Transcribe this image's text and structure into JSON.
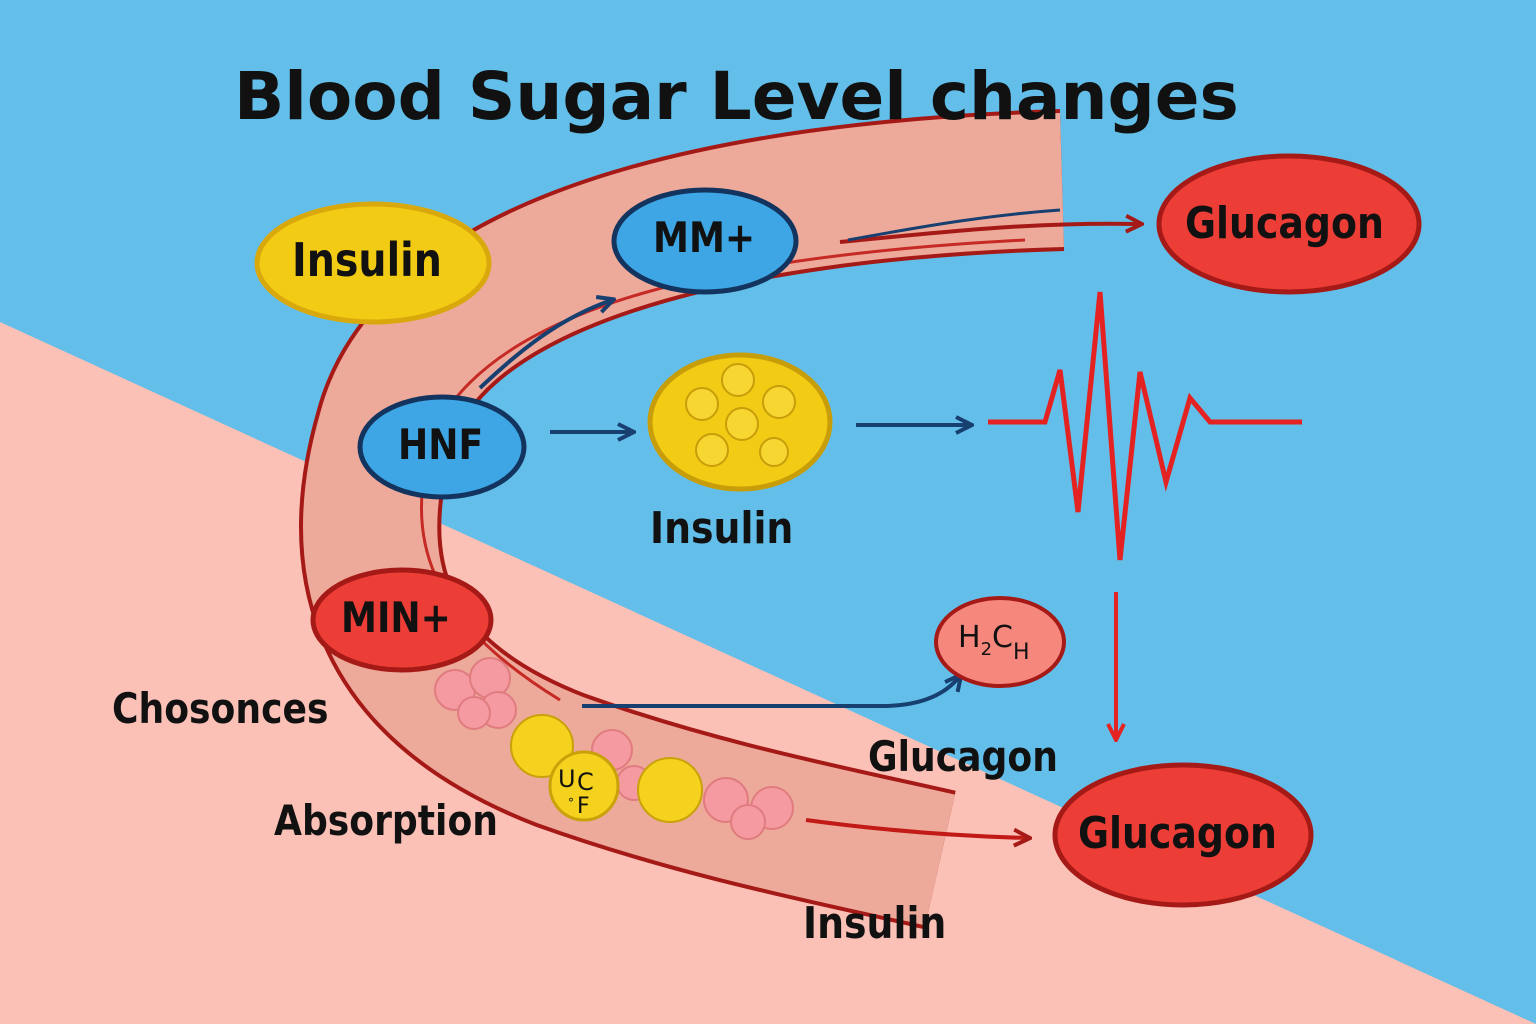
{
  "title": "Blood Sugar Level changes",
  "nodes": {
    "insulin_top": "Insulin",
    "mm_plus": "MM+",
    "hnf": "HNF",
    "min_plus": "MIN+",
    "glucagon_top": "Glucagon",
    "glucagon_bottom": "Glucagon",
    "molecule": {
      "h": "H",
      "h_sub": "2",
      "c": "C",
      "c_sub": "H"
    },
    "ucf": {
      "u": "U",
      "c": "C",
      "deg": "°",
      "f": "F"
    }
  },
  "labels": {
    "insulin_mid": "Insulin",
    "chosonces": "Chosonces",
    "absorption": "Absorption",
    "glucagon_mid": "Glucagon",
    "insulin_bottom": "Insulin"
  },
  "colors": {
    "background_blue": "#63bfea",
    "background_pink": "#fbc0b6",
    "vessel_fill": "#eda99a",
    "vessel_outline": "#a51a16",
    "blue_node": "#3ea6e4",
    "red_node": "#ec3e36",
    "yellow_node": "#f2cc14",
    "arrow_dark": "#173f70",
    "arrow_red": "#e52222"
  }
}
